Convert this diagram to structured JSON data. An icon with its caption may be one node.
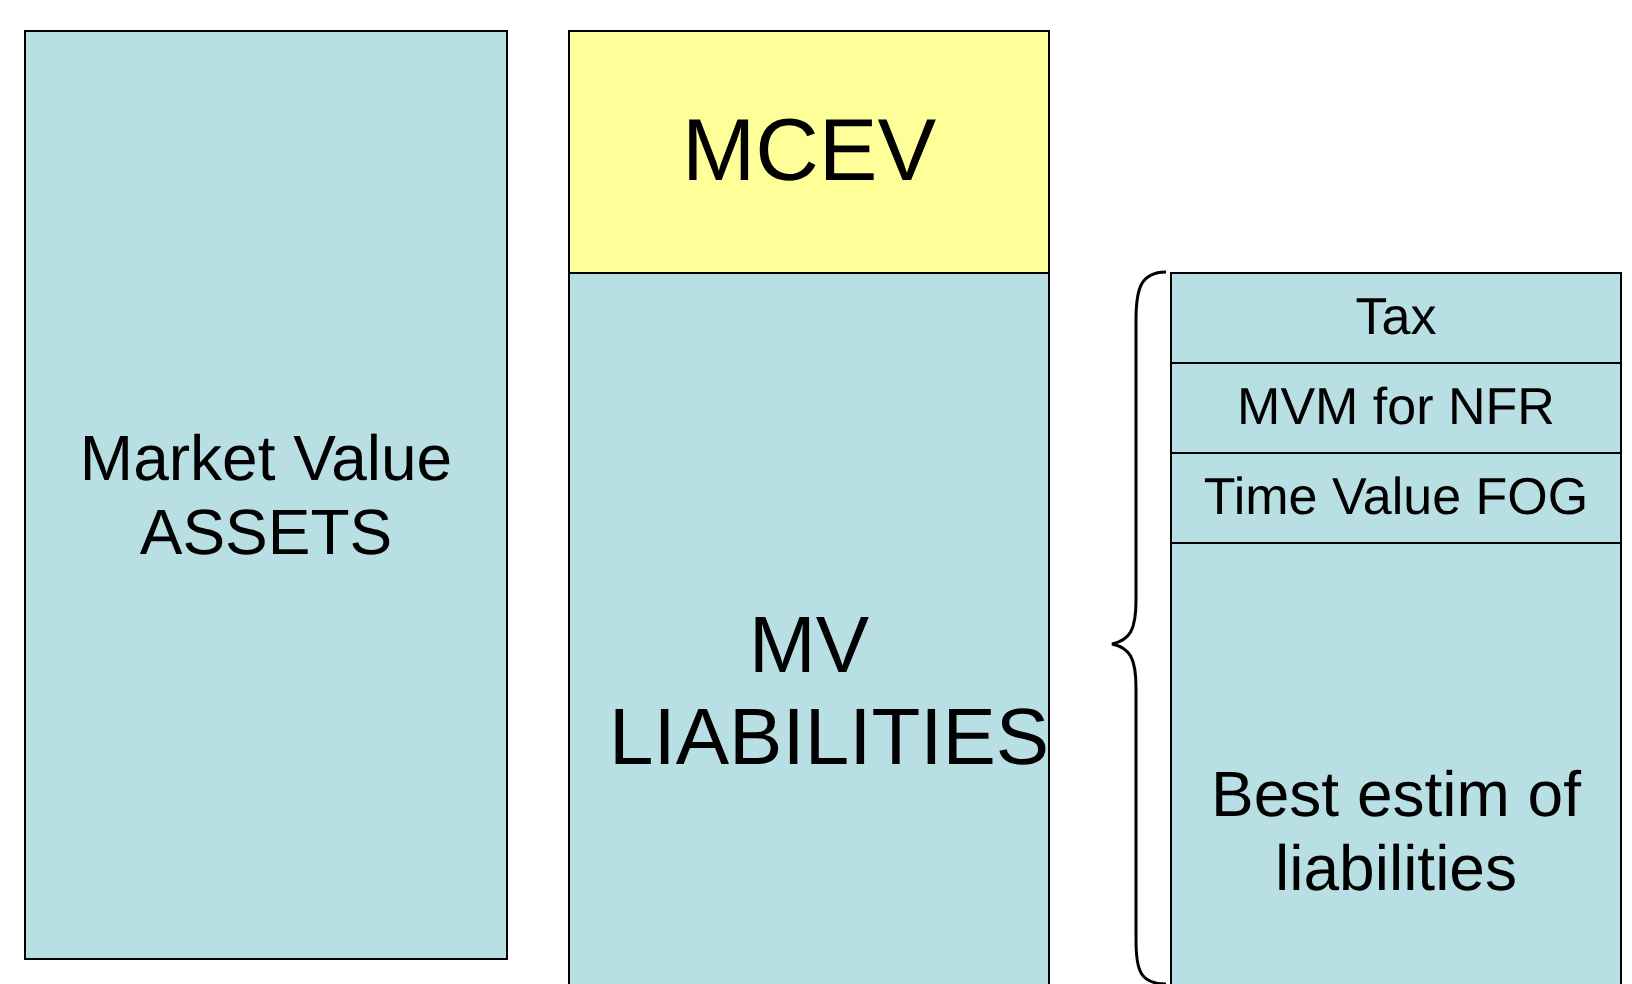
{
  "diagram": {
    "nodes": [
      {
        "text": [
          "Market Value ASSETS"
        ]
      },
      {
        "text": [
          "MCEV"
        ]
      },
      {
        "text": [
          "MV LIABILITIES"
        ]
      },
      {
        "text": [
          "Tax"
        ]
      },
      {
        "text": [
          "MVM for NFR"
        ]
      },
      {
        "text": [
          "Time Value FOG"
        ]
      },
      {
        "text": [
          "Best estim of liabilities"
        ]
      }
    ]
  }
}
